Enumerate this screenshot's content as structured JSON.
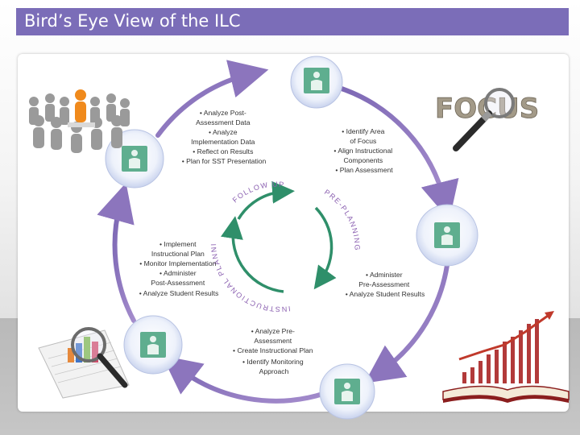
{
  "title": "Bird’s Eye View of the ILC",
  "colors": {
    "title_bar": "#7b6db8",
    "outer_cycle": "#9078bf",
    "inner_cycle": "#2f8f6a",
    "node_fill": "#5fae8f"
  },
  "inner_cycle_labels": {
    "follow_up": "FOLLOW UP",
    "pre_planning": "PRE-PLANNING",
    "instructional_planning": "INSTRUCTIONAL PLANNING"
  },
  "steps": {
    "top": [
      "• Analyze Post-",
      "Assessment Data",
      "• Analyze",
      "Implementation Data",
      "• Reflect on Results",
      "• Plan for SST Presentation"
    ],
    "upper_right": [
      "• Identify Area",
      "of Focus",
      "• Align Instructional",
      "Components",
      "• Plan Assessment"
    ],
    "left": [
      "• Implement",
      "Instructional Plan",
      "• Monitor Implementation",
      "• Administer",
      "Post-Assessment",
      "• Analyze Student Results"
    ],
    "right": [
      "• Administer",
      "Pre-Assessment",
      "• Analyze Student Results"
    ],
    "bottom": [
      "• Analyze Pre-",
      "Assessment",
      "• Create Instructional Plan",
      "• Identify Monitoring",
      "Approach"
    ]
  },
  "clipart": {
    "focus_word": "FOCUS",
    "people_icon": "person-icon",
    "magnifier_icon": "magnifier-icon",
    "growth_chart_icon": "bar-chart-icon",
    "book_icon": "open-book-icon"
  }
}
